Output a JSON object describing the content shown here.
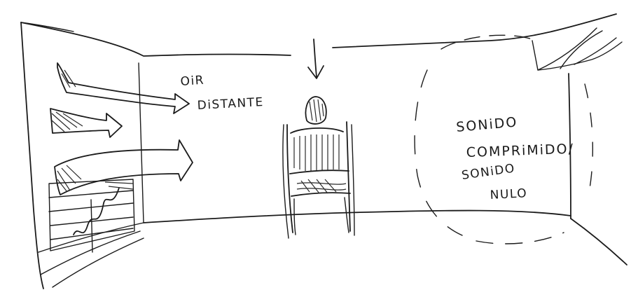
{
  "labels": {
    "left": [
      "OiR",
      "DiSTANTE"
    ],
    "right": [
      "SONiDO",
      "COMPRiMiDO/",
      "SONiDO",
      "NULO"
    ]
  }
}
